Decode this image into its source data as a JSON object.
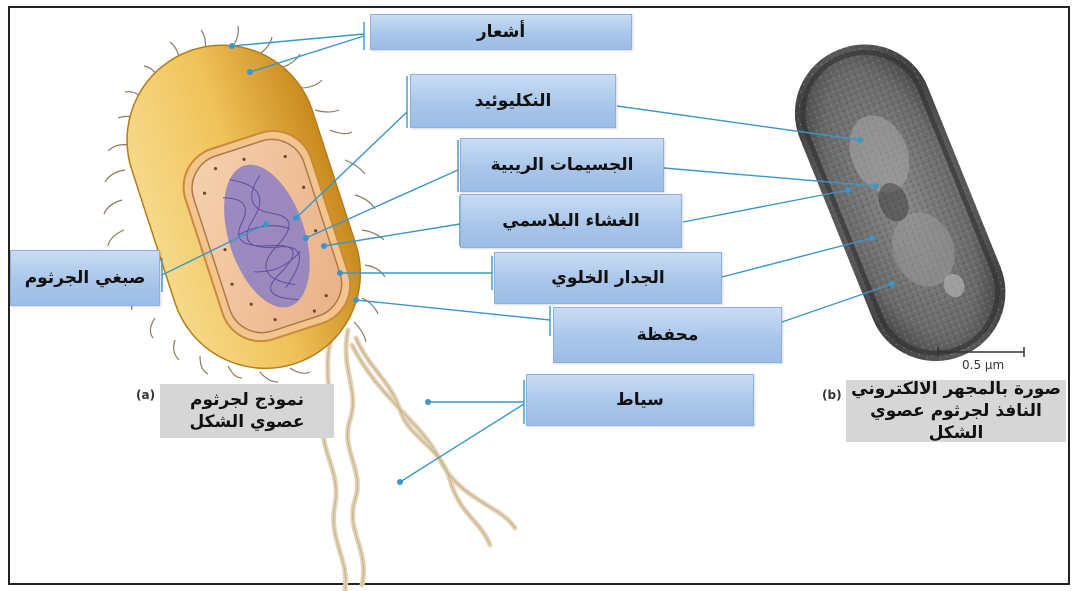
{
  "labels": {
    "pili": "أشعار",
    "nucleoid": "النكليوئيد",
    "ribosomes": "الجسيمات الريبية",
    "plasma_membrane": "الغشاء البلاسمي",
    "cell_wall": "الجدار الخلوي",
    "capsule": "محفظة",
    "flagella": "سياط",
    "chromosome": "صبغي الجرثوم"
  },
  "captions": {
    "a_tag": "(a)",
    "a_line1": "نموذج لجرثوم",
    "a_line2": "عصوي الشكل",
    "b_tag": "(b)",
    "b_line1": "صورة بالمجهر الالكتروني",
    "b_line2": "النافذ لجرثوم عصوي الشكل"
  },
  "scale_bar": "0.5 µm",
  "colors": {
    "label_fill": "#a9c6ea",
    "leader_line": "#3a97c9",
    "caption_fill": "#d6d6d6",
    "cell_body": "#e8b84a",
    "nucleoid_purple": "#8c7fc4"
  }
}
